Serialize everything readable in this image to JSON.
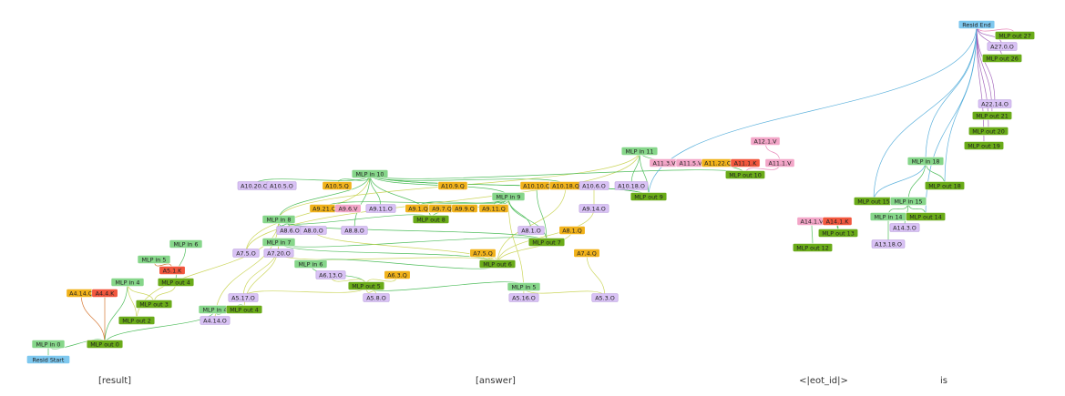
{
  "colors": {
    "mlp_in": "#86d68a",
    "mlp_out": "#6aab19",
    "attn_out": "#d9c2f5",
    "attn_query": "#f1b21b",
    "attn_value": "#f3a6c8",
    "attn_key": "#f2573e",
    "resid": "#7ec8ef",
    "edge_green": "#3cb64a",
    "edge_yellow": "#c7d24b",
    "edge_red": "#d2691e",
    "edge_blue": "#4aa8d8",
    "edge_purple": "#9b59b6",
    "edge_pink": "#e67ab0"
  },
  "tokens": [
    "[result]",
    "[answer]",
    "<|eot_id|>",
    "is"
  ],
  "nodes": [
    {
      "id": "resid_end",
      "label": "Resid End",
      "kind": "resid"
    },
    {
      "id": "mlp_out_27",
      "label": "MLP out 27",
      "kind": "mlp_out"
    },
    {
      "id": "a27_0_o",
      "label": "A27.0.O",
      "kind": "attn_out"
    },
    {
      "id": "mlp_out_26",
      "label": "MLP out 26",
      "kind": "mlp_out"
    },
    {
      "id": "a22_14_o",
      "label": "A22.14.O",
      "kind": "attn_out"
    },
    {
      "id": "mlp_out_21",
      "label": "MLP out 21",
      "kind": "mlp_out"
    },
    {
      "id": "mlp_out_20",
      "label": "MLP out 20",
      "kind": "mlp_out"
    },
    {
      "id": "mlp_out_19",
      "label": "MLP out 19",
      "kind": "mlp_out"
    },
    {
      "id": "mlp_in_18",
      "label": "MLP in 18",
      "kind": "mlp_in"
    },
    {
      "id": "mlp_out_18",
      "label": "MLP out 18",
      "kind": "mlp_out"
    },
    {
      "id": "mlp_out_15",
      "label": "MLP out 15",
      "kind": "mlp_out"
    },
    {
      "id": "mlp_in_15",
      "label": "MLP in 15",
      "kind": "mlp_in"
    },
    {
      "id": "mlp_in_14",
      "label": "MLP in 14",
      "kind": "mlp_in"
    },
    {
      "id": "mlp_out_14",
      "label": "MLP out 14",
      "kind": "mlp_out"
    },
    {
      "id": "a14_3_o",
      "label": "A14.3.O",
      "kind": "attn_out"
    },
    {
      "id": "a13_18_o",
      "label": "A13.18.O",
      "kind": "attn_out"
    },
    {
      "id": "a14_1_v",
      "label": "A14.1.V",
      "kind": "attn_value"
    },
    {
      "id": "a14_1_k",
      "label": "A14.1.K",
      "kind": "attn_key"
    },
    {
      "id": "mlp_out_13",
      "label": "MLP out 13",
      "kind": "mlp_out"
    },
    {
      "id": "mlp_out_12",
      "label": "MLP out 12",
      "kind": "mlp_out"
    },
    {
      "id": "a12_1_v",
      "label": "A12.1.V",
      "kind": "attn_value"
    },
    {
      "id": "mlp_in_11",
      "label": "MLP in 11",
      "kind": "mlp_in"
    },
    {
      "id": "a11_3_v",
      "label": "A11.3.V",
      "kind": "attn_value"
    },
    {
      "id": "a11_5_v",
      "label": "A11.5.V",
      "kind": "attn_value"
    },
    {
      "id": "a11_22_q",
      "label": "A11.22.Q",
      "kind": "attn_query"
    },
    {
      "id": "a11_1_k",
      "label": "A11.1.K",
      "kind": "attn_key"
    },
    {
      "id": "a11_1_v",
      "label": "A11.1.V",
      "kind": "attn_value"
    },
    {
      "id": "mlp_out_10",
      "label": "MLP out 10",
      "kind": "mlp_out"
    },
    {
      "id": "mlp_in_10",
      "label": "MLP in 10",
      "kind": "mlp_in"
    },
    {
      "id": "a10_20_o",
      "label": "A10.20.O",
      "kind": "attn_out"
    },
    {
      "id": "a10_5_o",
      "label": "A10.5.O",
      "kind": "attn_out"
    },
    {
      "id": "a10_5_q",
      "label": "A10.5.Q",
      "kind": "attn_query"
    },
    {
      "id": "a10_9_q",
      "label": "A10.9.Q",
      "kind": "attn_query"
    },
    {
      "id": "a10_10_q",
      "label": "A10.10.Q",
      "kind": "attn_query"
    },
    {
      "id": "a10_18_q",
      "label": "A10.18.Q",
      "kind": "attn_query"
    },
    {
      "id": "a10_6_o",
      "label": "A10.6.O",
      "kind": "attn_out"
    },
    {
      "id": "a10_18_o",
      "label": "A10.18.O",
      "kind": "attn_out"
    },
    {
      "id": "mlp_out_9",
      "label": "MLP out 9",
      "kind": "mlp_out"
    },
    {
      "id": "mlp_in_9",
      "label": "MLP in 9",
      "kind": "mlp_in"
    },
    {
      "id": "a9_21_q",
      "label": "A9.21.Q",
      "kind": "attn_query"
    },
    {
      "id": "a9_6_v",
      "label": "A9.6.V",
      "kind": "attn_value"
    },
    {
      "id": "a9_11_o",
      "label": "A9.11.O",
      "kind": "attn_out"
    },
    {
      "id": "a9_1_q",
      "label": "A9.1.Q",
      "kind": "attn_query"
    },
    {
      "id": "a9_7_q",
      "label": "A9.7.Q",
      "kind": "attn_query"
    },
    {
      "id": "a9_9_q",
      "label": "A9.9.Q",
      "kind": "attn_query"
    },
    {
      "id": "a9_11_q",
      "label": "A9.11.Q",
      "kind": "attn_query"
    },
    {
      "id": "a9_14_o",
      "label": "A9.14.O",
      "kind": "attn_out"
    },
    {
      "id": "mlp_out_8",
      "label": "MLP out 8",
      "kind": "mlp_out"
    },
    {
      "id": "mlp_in_8",
      "label": "MLP in 8",
      "kind": "mlp_in"
    },
    {
      "id": "a8_6_o",
      "label": "A8.6.O",
      "kind": "attn_out"
    },
    {
      "id": "a8_0_o",
      "label": "A8.0.O",
      "kind": "attn_out"
    },
    {
      "id": "a8_8_o",
      "label": "A8.8.O",
      "kind": "attn_out"
    },
    {
      "id": "a8_1_o",
      "label": "A8.1.O",
      "kind": "attn_out"
    },
    {
      "id": "a8_1_q",
      "label": "A8.1.Q",
      "kind": "attn_query"
    },
    {
      "id": "mlp_in_7",
      "label": "MLP in 7",
      "kind": "mlp_in"
    },
    {
      "id": "a7_20_o",
      "label": "A7.20.O",
      "kind": "attn_out"
    },
    {
      "id": "a7_5_o",
      "label": "A7.5.O",
      "kind": "attn_out"
    },
    {
      "id": "mlp_out_7",
      "label": "MLP out 7",
      "kind": "mlp_out"
    },
    {
      "id": "a7_5_q",
      "label": "A7.5.Q",
      "kind": "attn_query"
    },
    {
      "id": "a7_4_q",
      "label": "A7.4.Q",
      "kind": "attn_query"
    },
    {
      "id": "mlp_in_6_a",
      "label": "MLP in 6",
      "kind": "mlp_in"
    },
    {
      "id": "mlp_in_6_b",
      "label": "MLP in 6",
      "kind": "mlp_in"
    },
    {
      "id": "mlp_out_6",
      "label": "MLP out 6",
      "kind": "mlp_out"
    },
    {
      "id": "a6_13_o",
      "label": "A6.13.O",
      "kind": "attn_out"
    },
    {
      "id": "a6_3_q",
      "label": "A6.3.Q",
      "kind": "attn_query"
    },
    {
      "id": "mlp_in_5_a",
      "label": "MLP in 5",
      "kind": "mlp_in"
    },
    {
      "id": "a5_1_k",
      "label": "A5.1.K",
      "kind": "attn_key"
    },
    {
      "id": "mlp_out_5",
      "label": "MLP out 5",
      "kind": "mlp_out"
    },
    {
      "id": "mlp_in_5_b",
      "label": "MLP in 5",
      "kind": "mlp_in"
    },
    {
      "id": "a5_17_o",
      "label": "A5.17.O",
      "kind": "attn_out"
    },
    {
      "id": "a5_8_o",
      "label": "A5.8.O",
      "kind": "attn_out"
    },
    {
      "id": "a5_16_o",
      "label": "A5.16.O",
      "kind": "attn_out"
    },
    {
      "id": "a5_3_o",
      "label": "A5.3.O",
      "kind": "attn_out"
    },
    {
      "id": "mlp_in_4_a",
      "label": "MLP in 4",
      "kind": "mlp_in"
    },
    {
      "id": "mlp_out_4_a",
      "label": "MLP out 4",
      "kind": "mlp_out"
    },
    {
      "id": "a4_14_q",
      "label": "A4.14.Q",
      "kind": "attn_query"
    },
    {
      "id": "a4_4_k",
      "label": "A4.4.K",
      "kind": "attn_key"
    },
    {
      "id": "mlp_out_3",
      "label": "MLP out 3",
      "kind": "mlp_out"
    },
    {
      "id": "mlp_out_2",
      "label": "MLP out 2",
      "kind": "mlp_out"
    },
    {
      "id": "mlp_in_4_b",
      "label": "MLP in 4",
      "kind": "mlp_in"
    },
    {
      "id": "mlp_out_4_b",
      "label": "MLP out 4",
      "kind": "mlp_out"
    },
    {
      "id": "a4_14_o",
      "label": "A4.14.O",
      "kind": "attn_out"
    },
    {
      "id": "mlp_in_0",
      "label": "MLP in 0",
      "kind": "mlp_in"
    },
    {
      "id": "mlp_out_0",
      "label": "MLP out 0",
      "kind": "mlp_out"
    },
    {
      "id": "resid_start",
      "label": "Resid Start",
      "kind": "resid"
    }
  ]
}
